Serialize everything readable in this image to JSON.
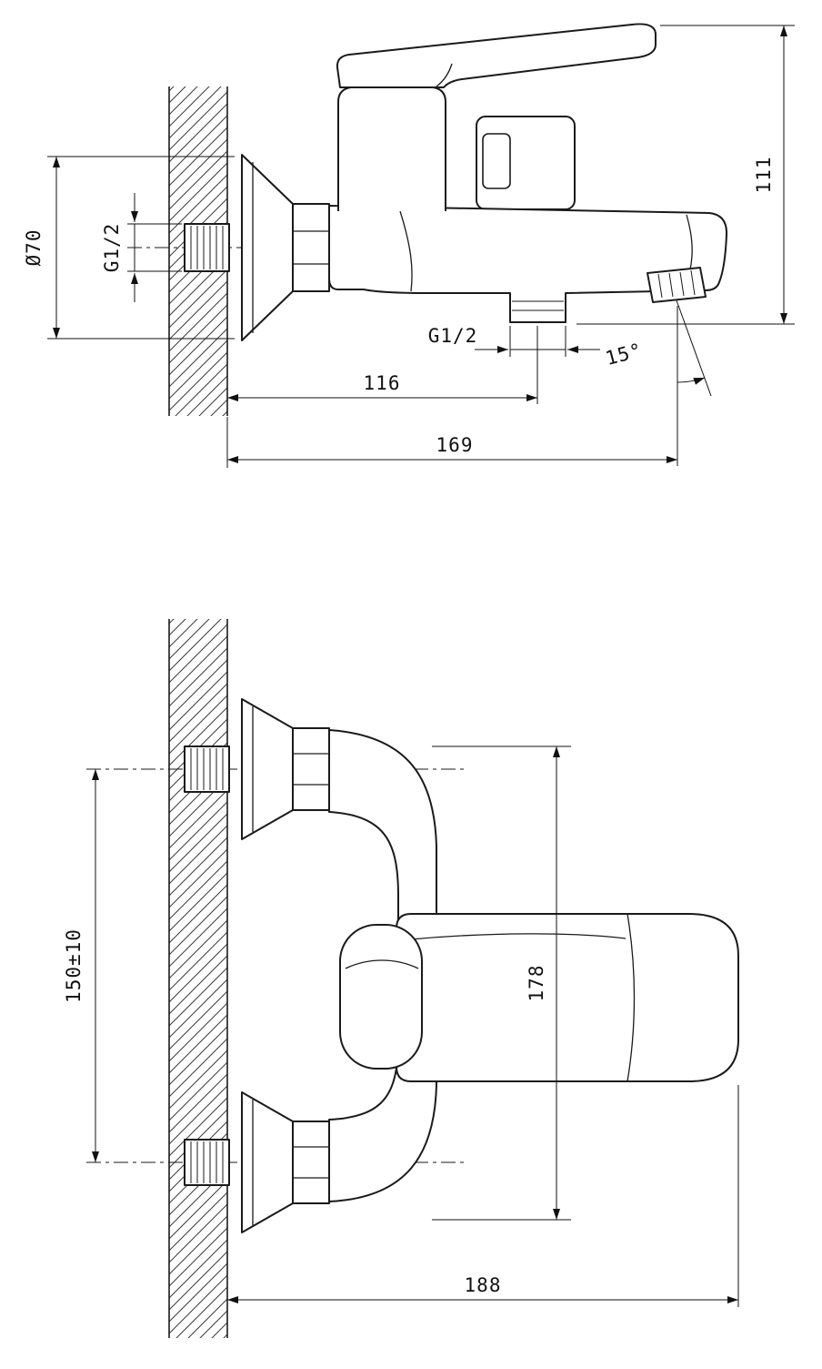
{
  "style": {
    "background": "#ffffff",
    "ink": "#1a1a1a",
    "dim_ink": "#111111"
  },
  "side_view": {
    "dims": {
      "flange_diameter": "Ø70",
      "inlet_thread": "G1/2",
      "overall_height": "111",
      "outlet_thread": "G1/2",
      "wall_to_outlet": "116",
      "wall_to_spout_end": "169",
      "outlet_angle": "15°"
    }
  },
  "front_view": {
    "dims": {
      "inlet_spacing": "150±10",
      "overall_height": "178",
      "overall_width": "188"
    }
  }
}
